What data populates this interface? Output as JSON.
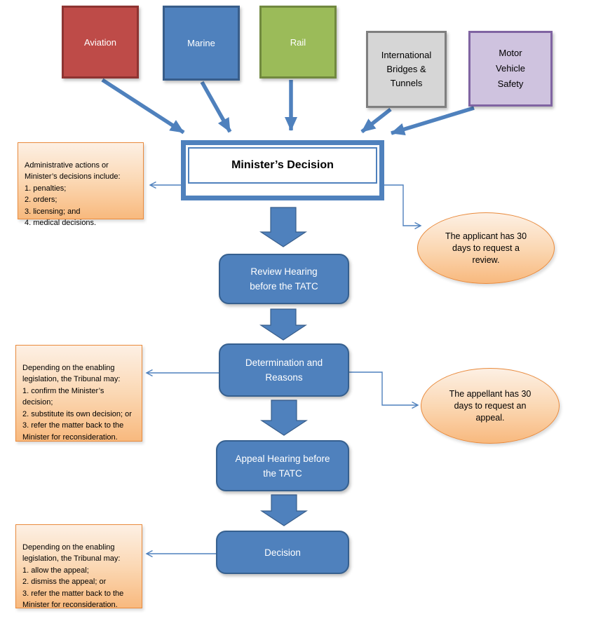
{
  "colors": {
    "blue": "#4F81BD",
    "blue_dark": "#385D8A",
    "red": "#BE4B48",
    "red_dark": "#8E3432",
    "green": "#9BBB59",
    "green_dark": "#71893F",
    "gray": "#D6D6D6",
    "gray_dark": "#7F7F7F",
    "purple": "#CFC3DF",
    "purple_dark": "#8064A2",
    "callout_border": "#E98A3C",
    "callout_fill_top": "#FDF0E4",
    "callout_fill_bottom": "#F8B97E"
  },
  "sources": {
    "aviation": "Aviation",
    "marine": "Marine",
    "rail": "Rail",
    "bridges": "International\nBridges &\nTunnels",
    "motor": "Motor\nVehicle\nSafety"
  },
  "flow": {
    "ministers_decision": "Minister’s Decision",
    "review_hearing": "Review Hearing\nbefore the TATC",
    "determination": "Determination and\nReasons",
    "appeal_hearing": "Appeal Hearing before\nthe TATC",
    "decision": "Decision"
  },
  "callouts": {
    "admin": "Administrative actions or\nMinister’s decisions include:\n1. penalties;\n2. orders;\n3. licensing; and\n4. medical decisions.",
    "review_options": "Depending on the enabling\nlegislation, the Tribunal may:\n1. confirm the Minister’s\ndecision;\n2. substitute its own decision; or\n3. refer the matter back to the\nMinister for reconsideration.",
    "appeal_options": "Depending on the enabling\nlegislation, the Tribunal may:\n1. allow the appeal;\n2. dismiss the appeal; or\n3. refer the matter back to the\nMinister for reconsideration."
  },
  "notes": {
    "applicant": "The applicant has 30\ndays to request a\nreview.",
    "appellant": "The appellant has 30\ndays to request an\nappeal."
  }
}
